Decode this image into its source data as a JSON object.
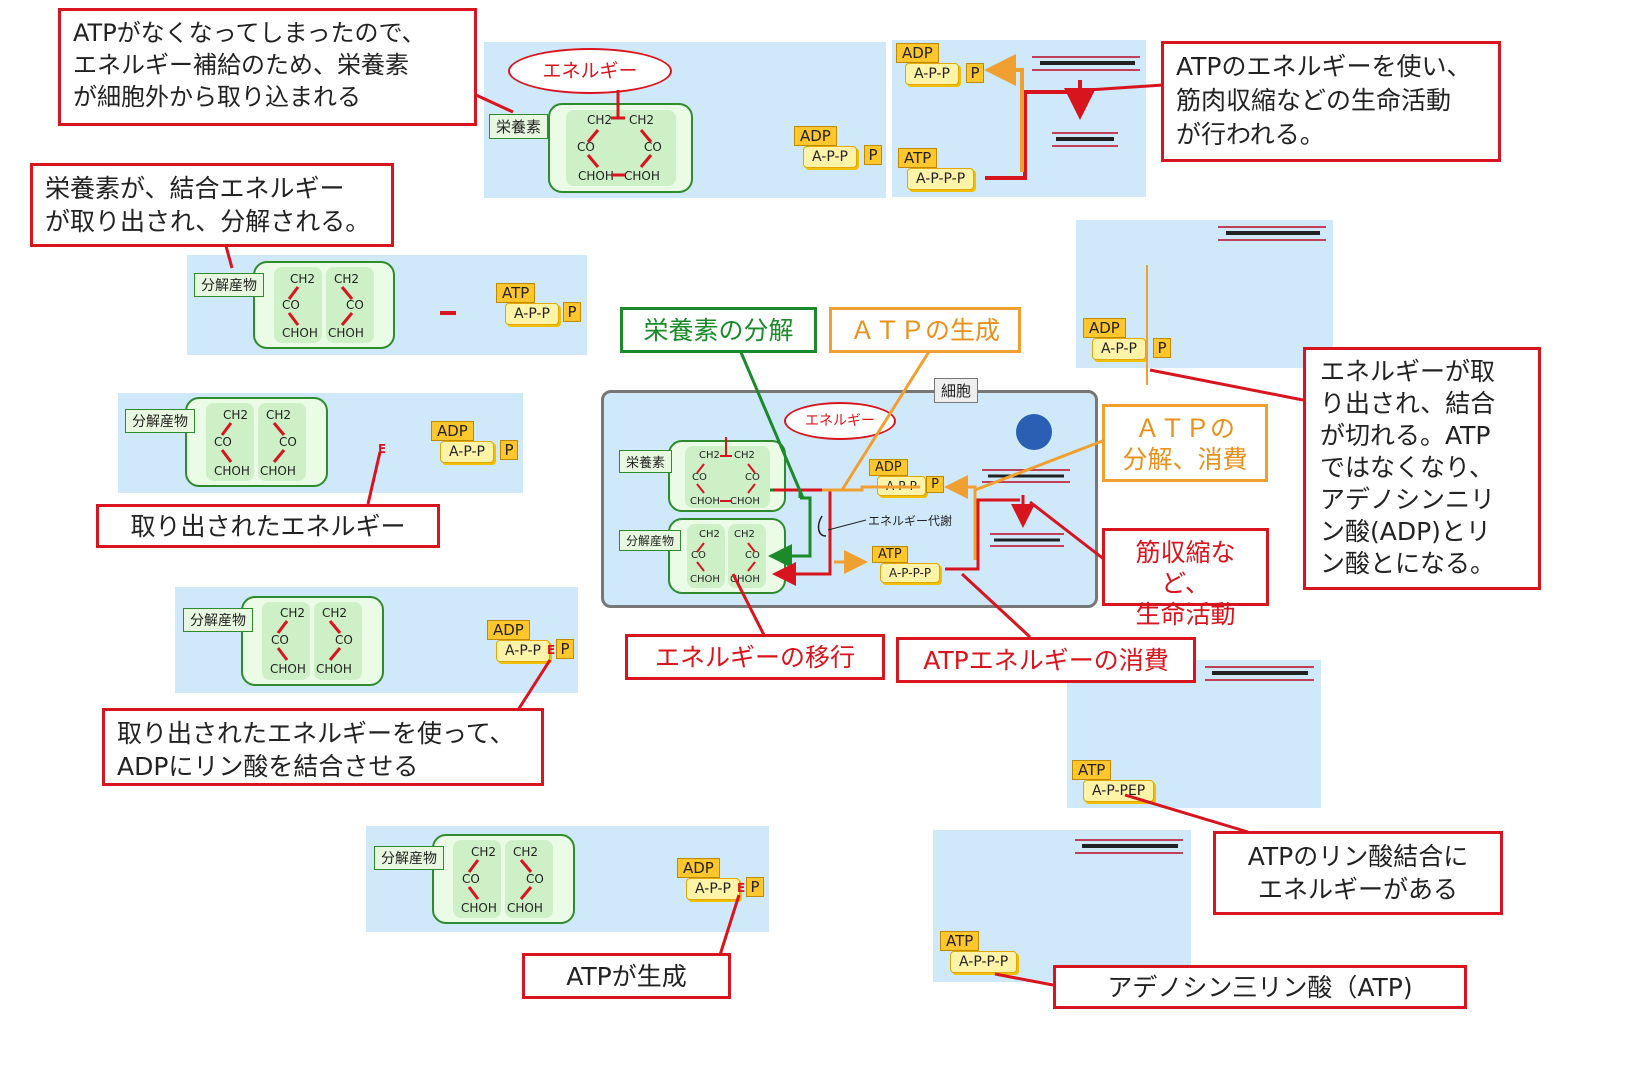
{
  "callouts": {
    "intake": "ATPがなくなってしまったので、\nエネルギー補給のため、栄養素\nが細胞外から取り込まれる",
    "decompose": "栄養素が、結合エネルギー\nが取り出され、分解される。",
    "extracted": "取り出されたエネルギー",
    "use_energy": "取り出されたエネルギーを使って、\nADPにリン酸を結合させる",
    "atp_generated": "ATPが生成",
    "muscle": "ATPのエネルギーを使い、\n筋肉収縮などの生命活動\nが行われる。",
    "release": "エネルギーが取\nり出され、結合\nが切れる。ATP\nではなくなり、\nアデノシンニリ\nン酸(ADP)とリ\nン酸とになる。",
    "atp_bond": "ATPのリン酸結合に\nエネルギーがある",
    "atp_name": "アデノシン三リン酸（ATP)",
    "nutrient_decomp": "栄養素の分解",
    "atp_generation": "ＡＴＰの生成",
    "atp_consumption": "ＡＴＰの\n分解、消費",
    "life_activity": "筋収縮など、\n生命活動",
    "energy_transfer": "エネルギーの移行",
    "atp_energy_consume": "ATPエネルギーの消費"
  },
  "labels": {
    "energy": "エネルギー",
    "nutrient": "栄養素",
    "product": "分解産物",
    "cell": "細胞",
    "metabolism": "エネルギー代謝",
    "adp": "ADP",
    "atp": "ATP",
    "adp_chain": "A-P-P",
    "atp_chain": "A-P-P-P",
    "atp_chain_e": "A-P-PEP",
    "p": "P",
    "e": "E",
    "ch2": "CH2",
    "co": "CO",
    "choh": "CHOH"
  },
  "colors": {
    "callout_border": "#d8141e",
    "green": "#1a8a2a",
    "orange": "#f0a030",
    "panel": "#cfe9fb"
  }
}
